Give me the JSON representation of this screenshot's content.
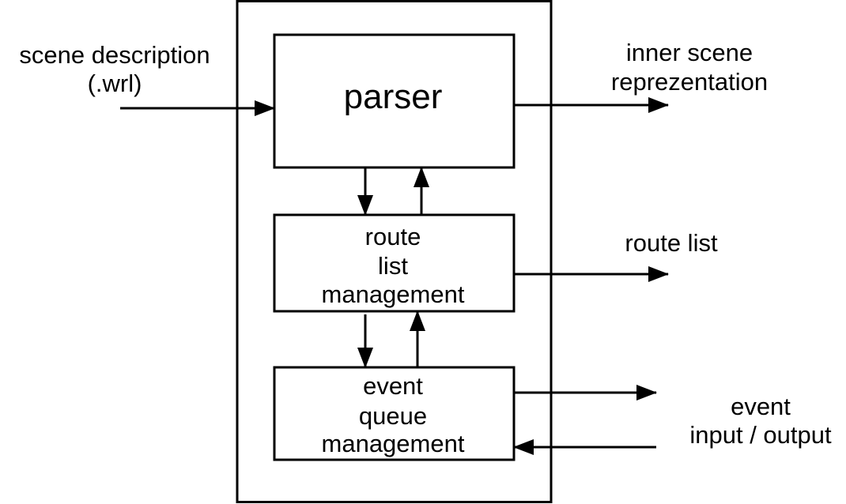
{
  "blocks": {
    "parser": "parser",
    "route_list_management": [
      "route",
      "list",
      "management"
    ],
    "event_queue_management": [
      "event",
      "queue",
      "management"
    ]
  },
  "inputs": {
    "scene_description": [
      "scene description",
      "(.wrl)"
    ]
  },
  "outputs": {
    "inner_scene": [
      "inner scene",
      "reprezentation"
    ],
    "route_list": "route list",
    "event_io": [
      "event",
      "input / output"
    ]
  },
  "colors": {
    "stroke": "#000000",
    "background": "#ffffff"
  }
}
